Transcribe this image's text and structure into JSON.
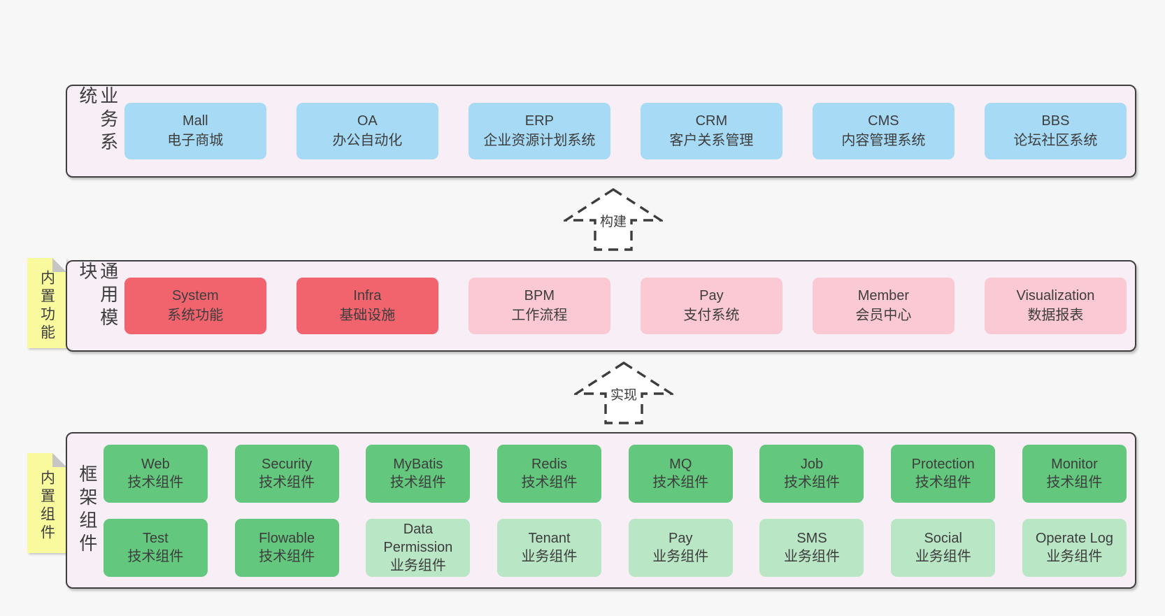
{
  "colors": {
    "page_bg": "#f7f7f7",
    "band_bg": "#f8eef6",
    "band_border": "#3f3f3f",
    "blue": "#a7daf4",
    "red": "#f1646e",
    "pink": "#fbc9d4",
    "green": "#63c77d",
    "lightgreen": "#b9e6c5",
    "yellow": "#f9f99e",
    "fold_gray": "#c6c6c6",
    "text": "#3d3d3d"
  },
  "arrows": [
    {
      "label": "构建"
    },
    {
      "label": "实现"
    }
  ],
  "bands": [
    {
      "label": "业务系统",
      "rows": [
        [
          {
            "name": "Mall",
            "desc": "电子商城",
            "color": "blue"
          },
          {
            "name": "OA",
            "desc": "办公自动化",
            "color": "blue"
          },
          {
            "name": "ERP",
            "desc": "企业资源计划系统",
            "color": "blue"
          },
          {
            "name": "CRM",
            "desc": "客户关系管理",
            "color": "blue"
          },
          {
            "name": "CMS",
            "desc": "内容管理系统",
            "color": "blue"
          },
          {
            "name": "BBS",
            "desc": "论坛社区系统",
            "color": "blue"
          }
        ]
      ]
    },
    {
      "label": "通用模块",
      "sticky": "内置功能",
      "rows": [
        [
          {
            "name": "System",
            "desc": "系统功能",
            "color": "red"
          },
          {
            "name": "Infra",
            "desc": "基础设施",
            "color": "red"
          },
          {
            "name": "BPM",
            "desc": "工作流程",
            "color": "pink"
          },
          {
            "name": "Pay",
            "desc": "支付系统",
            "color": "pink"
          },
          {
            "name": "Member",
            "desc": "会员中心",
            "color": "pink"
          },
          {
            "name": "Visualization",
            "desc": "数据报表",
            "color": "pink"
          }
        ]
      ]
    },
    {
      "label": "框架组件",
      "sticky": "内置组件",
      "rows": [
        [
          {
            "name": "Web",
            "desc": "技术组件",
            "color": "green"
          },
          {
            "name": "Security",
            "desc": "技术组件",
            "color": "green"
          },
          {
            "name": "MyBatis",
            "desc": "技术组件",
            "color": "green"
          },
          {
            "name": "Redis",
            "desc": "技术组件",
            "color": "green"
          },
          {
            "name": "MQ",
            "desc": "技术组件",
            "color": "green"
          },
          {
            "name": "Job",
            "desc": "技术组件",
            "color": "green"
          },
          {
            "name": "Protection",
            "desc": "技术组件",
            "color": "green"
          },
          {
            "name": "Monitor",
            "desc": "技术组件",
            "color": "green"
          }
        ],
        [
          {
            "name": "Test",
            "desc": "技术组件",
            "color": "green"
          },
          {
            "name": "Flowable",
            "desc": "技术组件",
            "color": "green"
          },
          {
            "name": "Data Permission",
            "desc": "业务组件",
            "color": "lightgreen"
          },
          {
            "name": "Tenant",
            "desc": "业务组件",
            "color": "lightgreen"
          },
          {
            "name": "Pay",
            "desc": "业务组件",
            "color": "lightgreen"
          },
          {
            "name": "SMS",
            "desc": "业务组件",
            "color": "lightgreen"
          },
          {
            "name": "Social",
            "desc": "业务组件",
            "color": "lightgreen"
          },
          {
            "name": "Operate Log",
            "desc": "业务组件",
            "color": "lightgreen"
          }
        ]
      ]
    }
  ]
}
